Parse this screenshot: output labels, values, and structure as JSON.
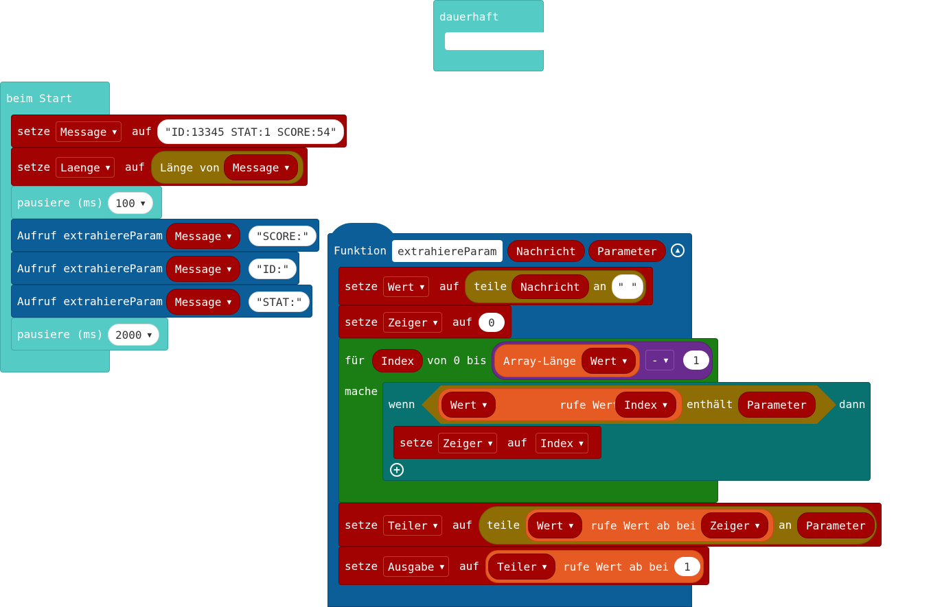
{
  "dauerhaft": {
    "label": "dauerhaft"
  },
  "start": {
    "label": "beim Start",
    "set1": {
      "kw": "setze",
      "var": "Message",
      "auf": "auf",
      "value": "\"ID:13345 STAT:1 SCORE:54\""
    },
    "set2": {
      "kw": "setze",
      "var": "Laenge",
      "auf": "auf",
      "laenge_von": "Länge von",
      "arg": "Message"
    },
    "pause1": {
      "label": "pausiere (ms)",
      "value": "100"
    },
    "call1": {
      "label": "Aufruf extrahiereParam",
      "arg1": "Message",
      "arg2": "\"SCORE:\""
    },
    "call2": {
      "label": "Aufruf extrahiereParam",
      "arg1": "Message",
      "arg2": "\"ID:\""
    },
    "call3": {
      "label": "Aufruf extrahiereParam",
      "arg1": "Message",
      "arg2": "\"STAT:\""
    },
    "pause2": {
      "label": "pausiere (ms)",
      "value": "2000"
    }
  },
  "func": {
    "kw": "Funktion",
    "name": "extrahiereParam",
    "param1": "Nachricht",
    "param2": "Parameter",
    "set_wert": {
      "kw": "setze",
      "var": "Wert",
      "auf": "auf",
      "teile": "teile",
      "arg": "Nachricht",
      "an": "an",
      "sep": "\" \""
    },
    "set_zeiger": {
      "kw": "setze",
      "var": "Zeiger",
      "auf": "auf",
      "value": "0"
    },
    "loop": {
      "fuer": "für",
      "var": "Index",
      "von": "von 0 bis",
      "len": "Array-Länge",
      "len_arg": "Wert",
      "op": "-",
      "num": "1",
      "mache": "mache",
      "if": {
        "wenn": "wenn",
        "arr": "Wert",
        "rufe": "rufe Wert ab bei",
        "idx": "Index",
        "enthaelt": "enthält",
        "param": "Parameter",
        "dann": "dann",
        "set": {
          "kw": "setze",
          "var": "Zeiger",
          "auf": "auf",
          "value": "Index"
        }
      }
    },
    "set_teiler": {
      "kw": "setze",
      "var": "Teiler",
      "auf": "auf",
      "teile": "teile",
      "arr": "Wert",
      "rufe": "rufe Wert ab bei",
      "idx": "Zeiger",
      "an": "an",
      "param": "Parameter"
    },
    "set_ausgabe": {
      "kw": "setze",
      "var": "Ausgabe",
      "auf": "auf",
      "arr": "Teiler",
      "rufe": "rufe Wert ab bei",
      "num": "1"
    }
  }
}
